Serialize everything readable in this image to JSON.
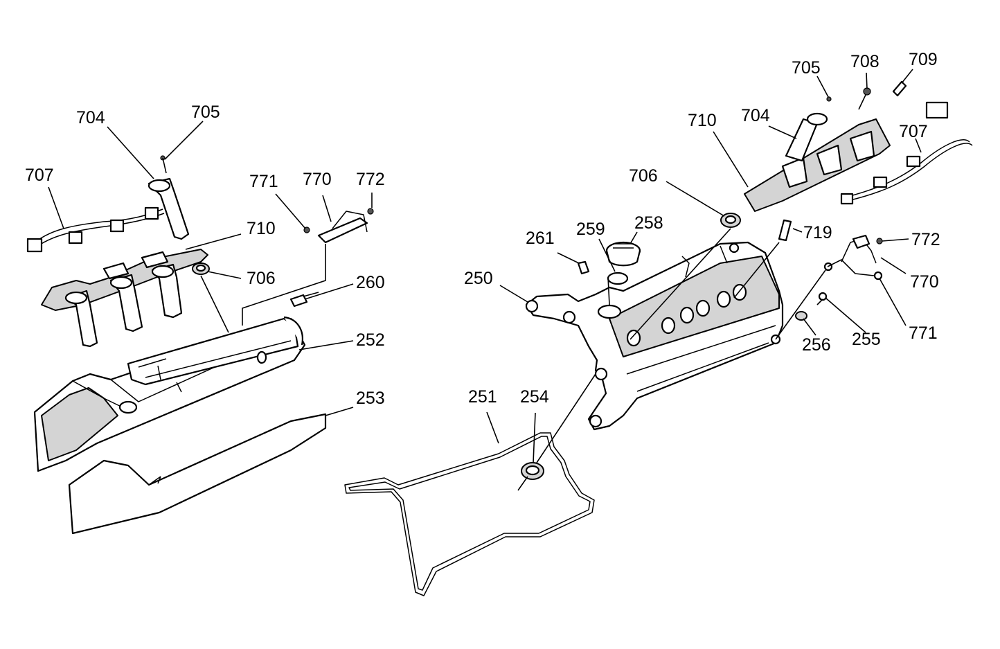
{
  "diagram": {
    "left_assembly": {
      "labels": {
        "704": "704",
        "705": "705",
        "707": "707",
        "771": "771",
        "770": "770",
        "772": "772",
        "710": "710",
        "706": "706",
        "260": "260",
        "252": "252",
        "253": "253"
      }
    },
    "right_assembly": {
      "labels": {
        "705": "705",
        "708": "708",
        "709": "709",
        "710": "710",
        "704": "704",
        "707": "707",
        "706": "706",
        "719": "719",
        "261": "261",
        "259": "259",
        "258": "258",
        "250": "250",
        "772": "772",
        "770": "770",
        "256": "256",
        "255": "255",
        "771": "771",
        "251": "251",
        "254": "254"
      }
    }
  }
}
